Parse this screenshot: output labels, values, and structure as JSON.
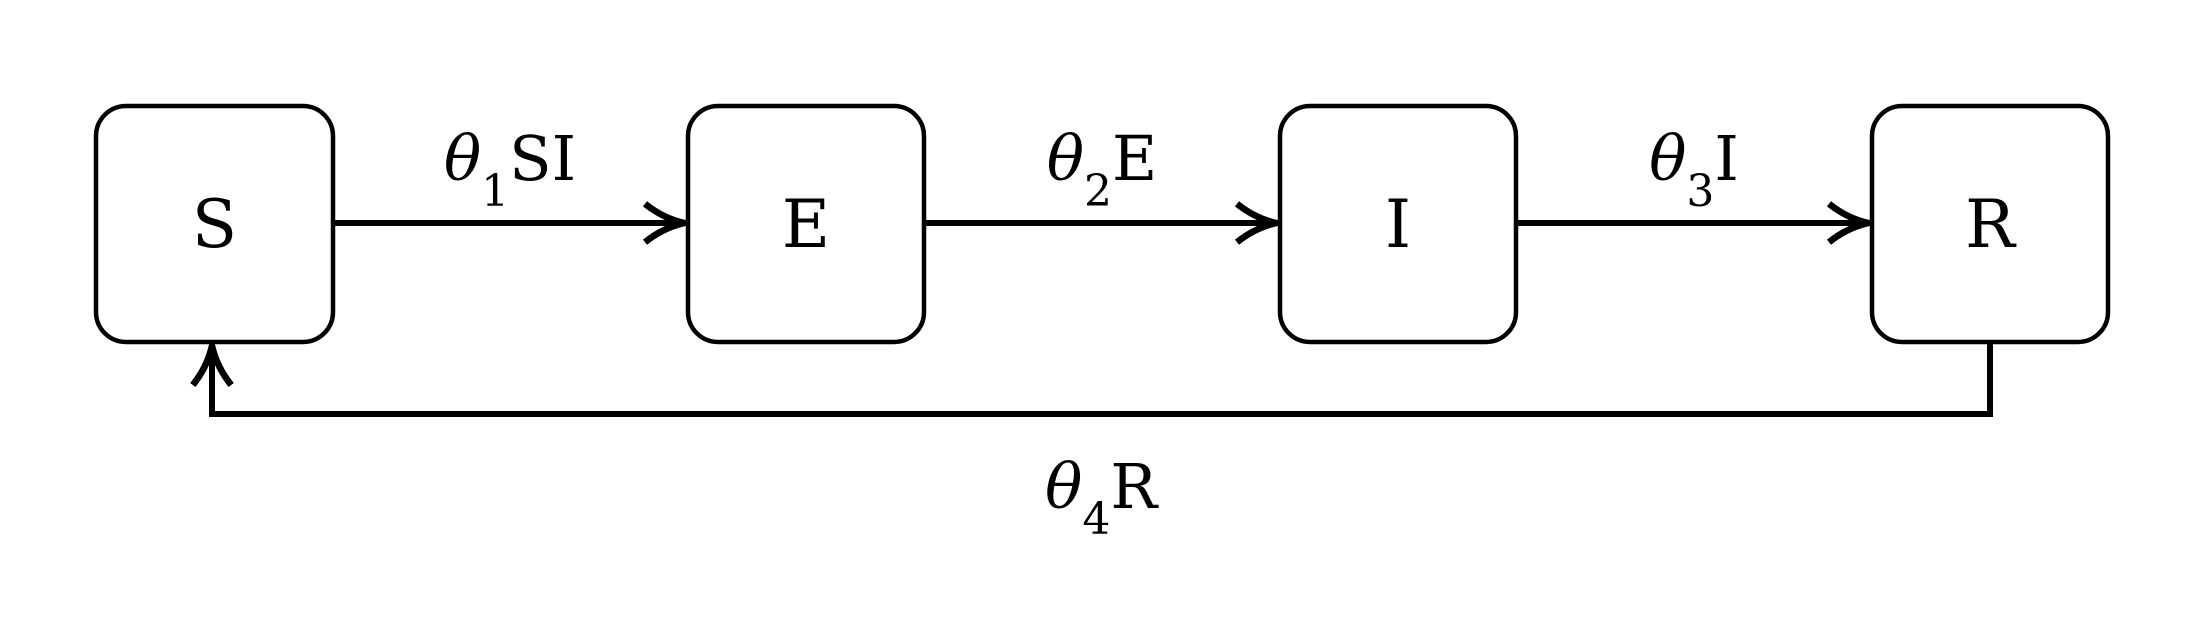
{
  "diagram": {
    "nodes": {
      "s": "S",
      "e": "E",
      "i": "I",
      "r": "R"
    },
    "edges": {
      "s_to_e": {
        "symbol": "θ",
        "sub": "1",
        "text": "SI"
      },
      "e_to_i": {
        "symbol": "θ",
        "sub": "2",
        "text": "E"
      },
      "i_to_r": {
        "symbol": "θ",
        "sub": "3",
        "text": "I"
      },
      "r_to_s": {
        "symbol": "θ",
        "sub": "4",
        "text": "R"
      }
    }
  }
}
